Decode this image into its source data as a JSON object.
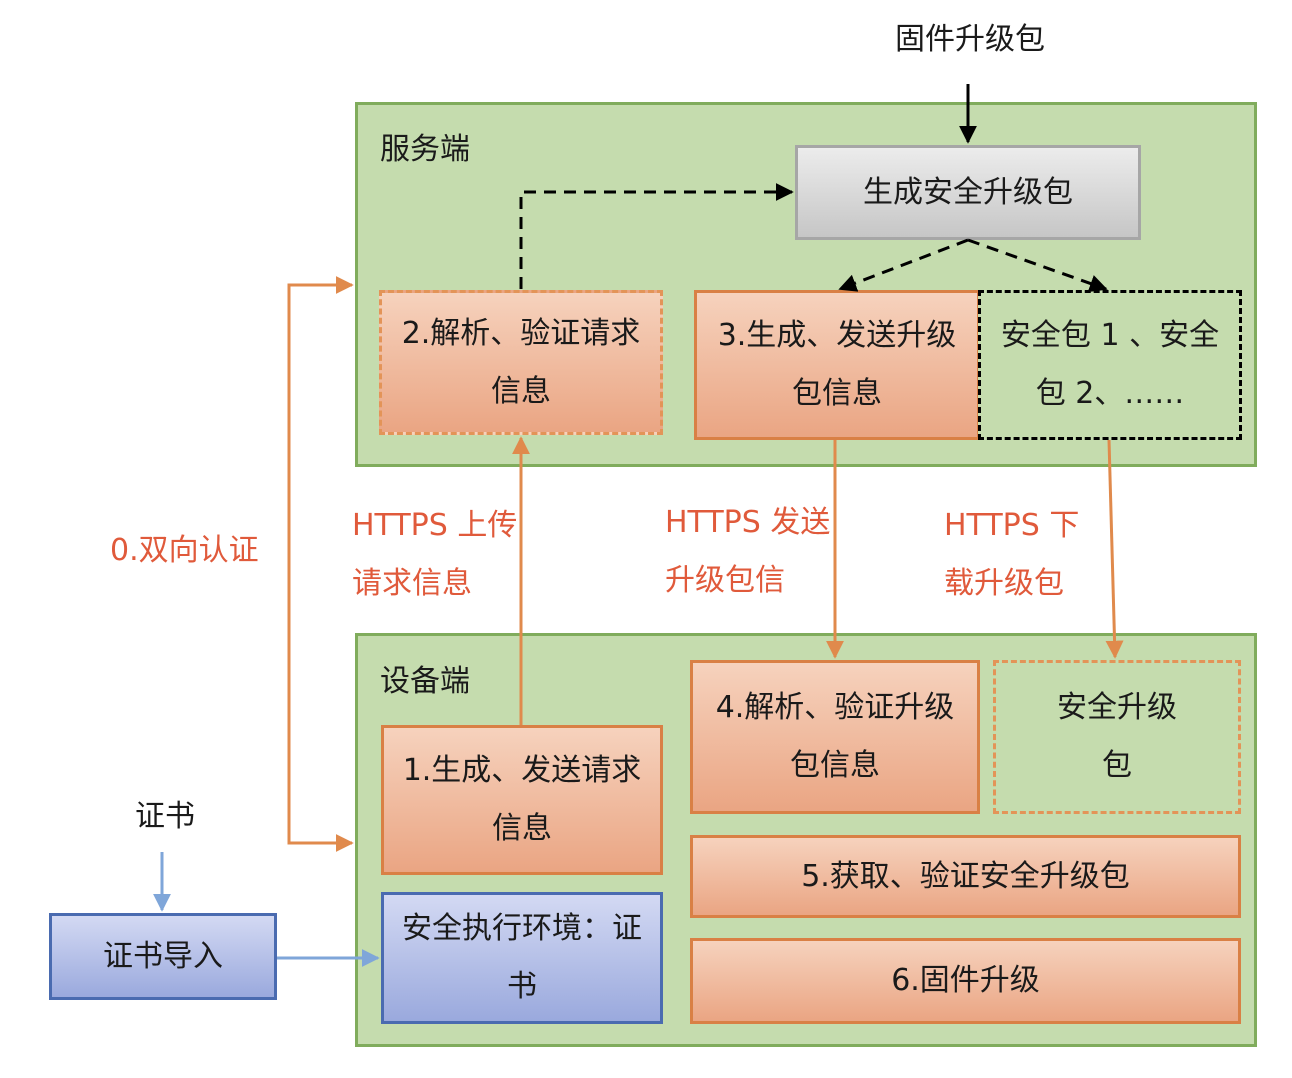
{
  "top_label": "固件升级包",
  "server": {
    "label": "服务端",
    "generate_box": "生成安全升级包",
    "parse_request_box": "2.解析、验证请求信息",
    "send_info_box": "3.生成、发送升级包信息",
    "packages_box": "安全包 1 、安全包 2、……"
  },
  "device": {
    "label": "设备端",
    "send_request_box": "1.生成、发送请求信息",
    "tee_box": "安全执行环境：证书",
    "parse_info_box": "4.解析、验证升级包信息",
    "secure_pkg_box": "安全升级包",
    "fetch_verify_box": "5.获取、验证安全升级包",
    "upgrade_box": "6.固件升级"
  },
  "edges": {
    "mutual_auth": "0.双向认证",
    "https_upload": "HTTPS 上传请求信息",
    "https_send": "HTTPS 发送升级包信",
    "https_download": "HTTPS 下载升级包"
  },
  "cert": {
    "label": "证书",
    "import_box": "证书导入"
  }
}
